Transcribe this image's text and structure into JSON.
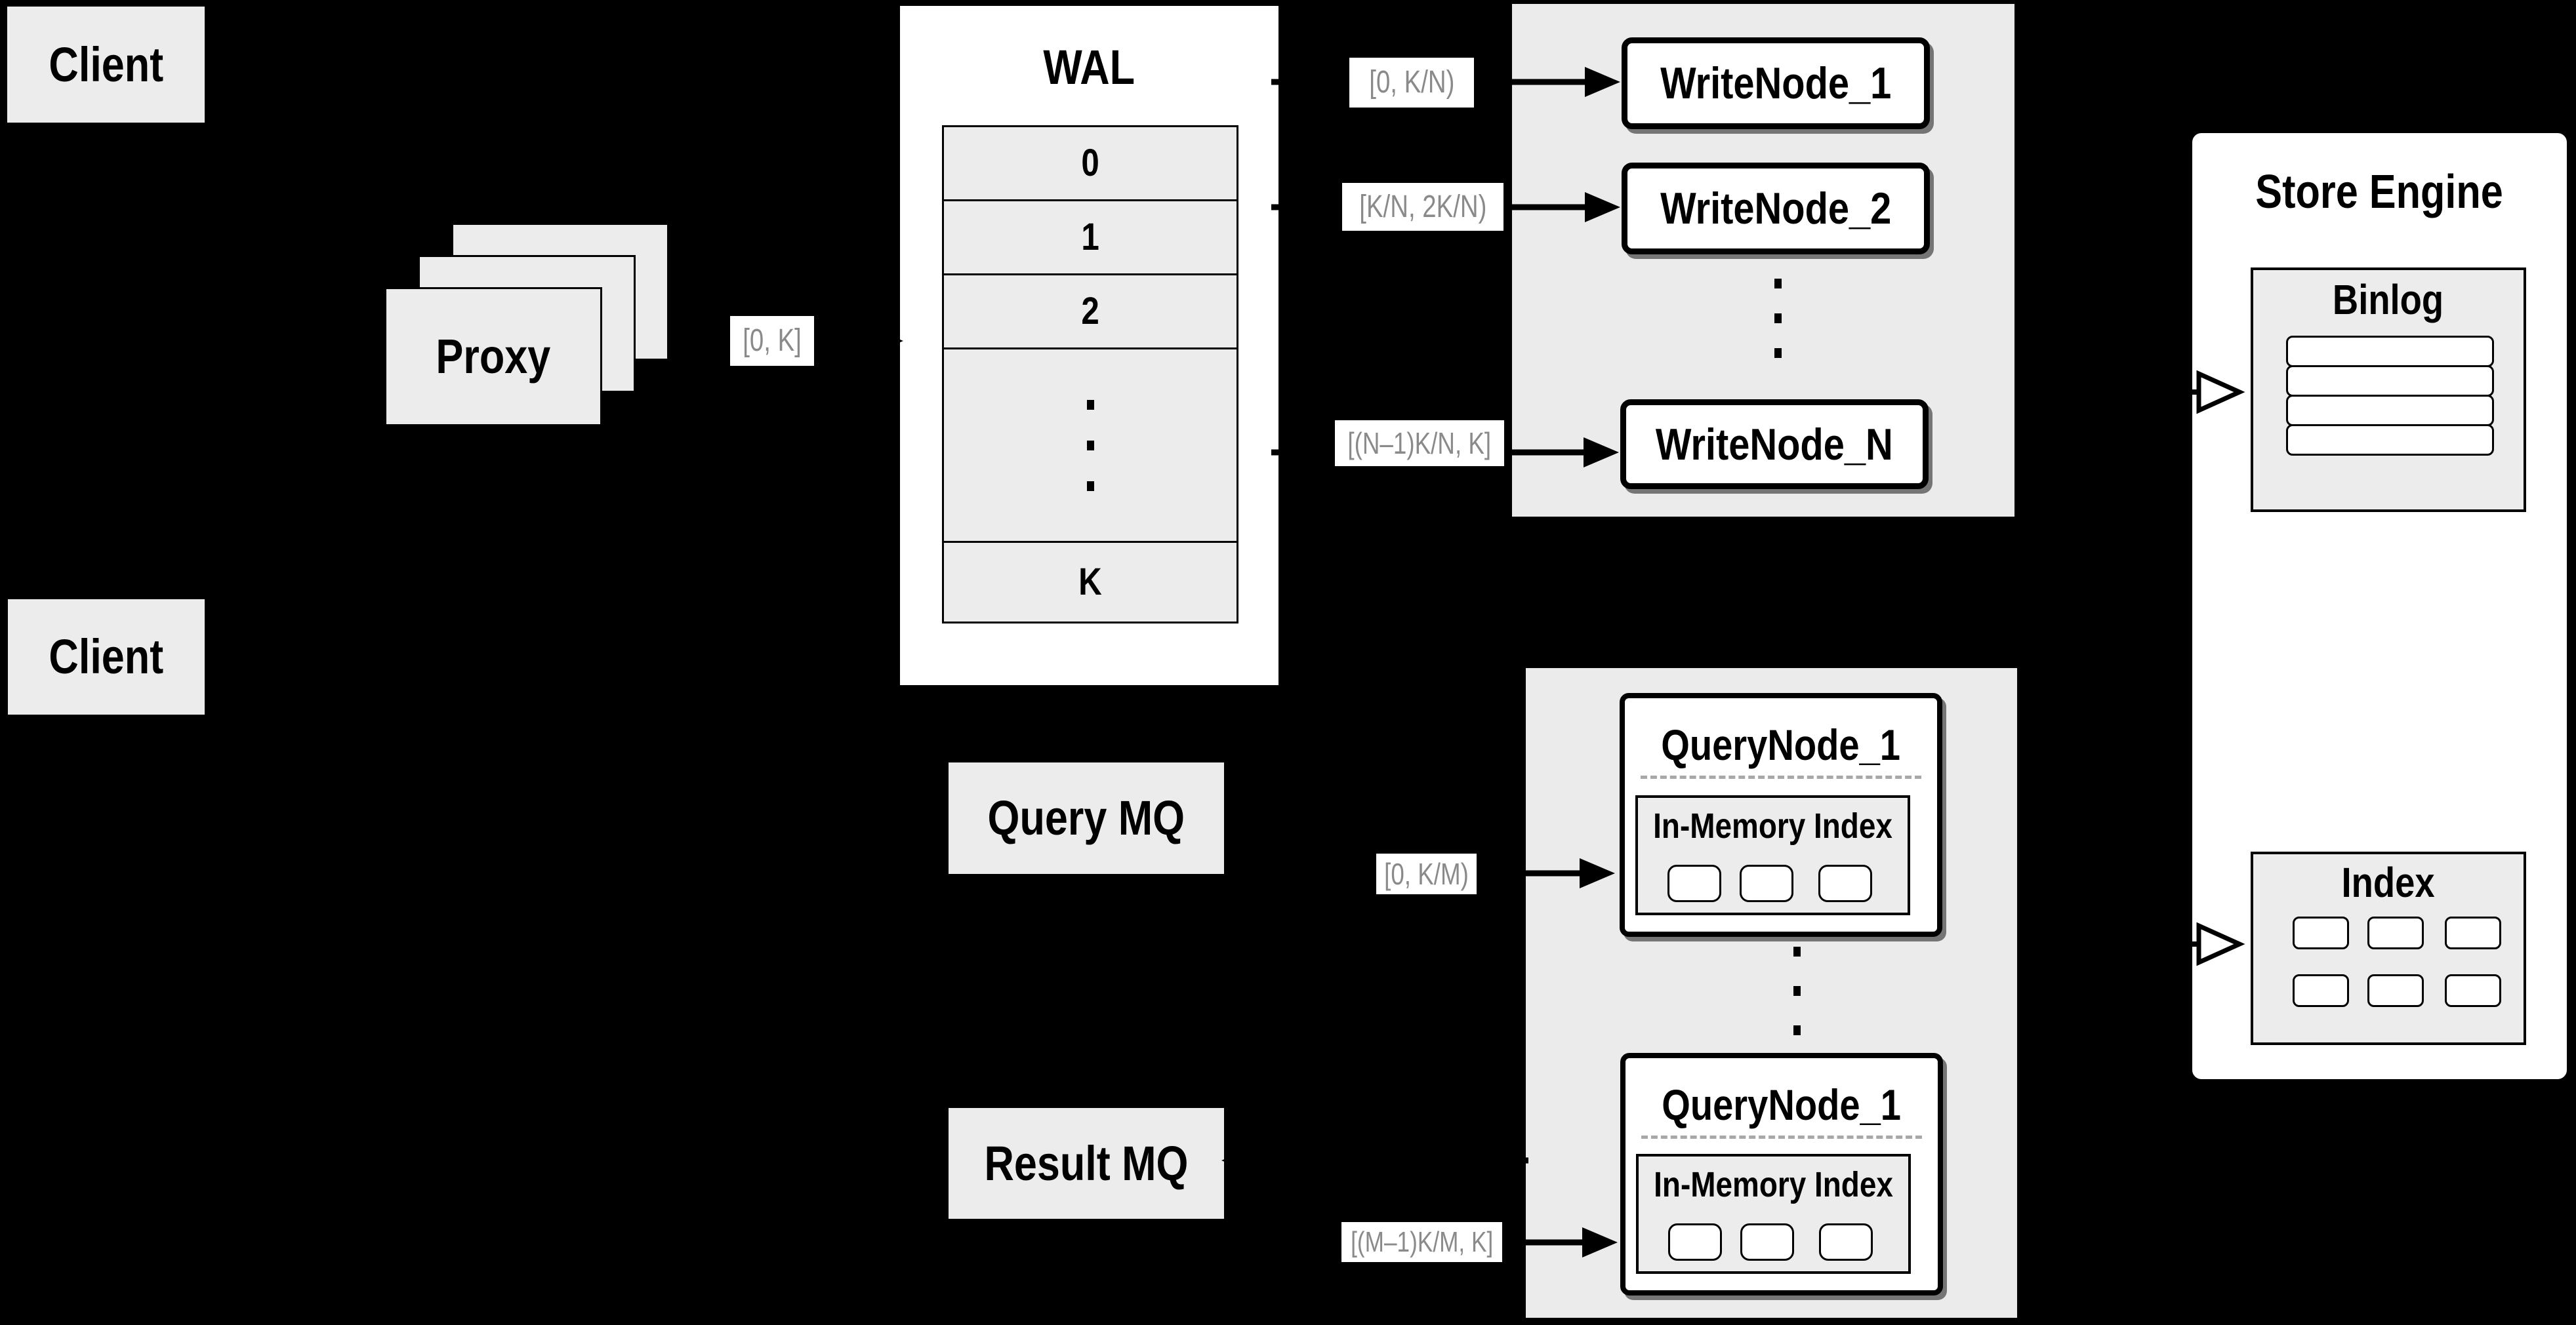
{
  "colors": {
    "background": "#000000",
    "panel_fill": "#ebebeb",
    "box_fill": "#ececec",
    "node_fill": "#ffffff",
    "border": "#000000",
    "label_text": "#8a8a8a"
  },
  "nodes": {
    "client_top": "Client",
    "client_bottom": "Client",
    "proxy": "Proxy"
  },
  "wal": {
    "title": "WAL",
    "rows": [
      "0",
      "1",
      "2"
    ],
    "last_row": "K"
  },
  "edge_labels": {
    "proxy_to_wal": "[0, K]",
    "wal_to_write_1": "[0, K/N)",
    "wal_to_write_2": "[K/N, 2K/N)",
    "wal_to_write_n": "[(N–1)K/N, K]",
    "querymq_to_node_1": "[0, K/M)",
    "to_querynode_last": "[(M–1)K/M, K]"
  },
  "write_cluster": {
    "node_1": "WriteNode_1",
    "node_2": "WriteNode_2",
    "node_n": "WriteNode_N"
  },
  "store_engine": {
    "title": "Store Engine",
    "binlog_title": "Binlog",
    "index_title": "Index"
  },
  "mq": {
    "query": "Query MQ",
    "result": "Result MQ"
  },
  "query_cluster": {
    "node_top": "QueryNode_1",
    "node_bottom": "QueryNode_1",
    "in_memory_title_top": "In-Memory Index",
    "in_memory_title_bottom": "In-Memory Index"
  }
}
